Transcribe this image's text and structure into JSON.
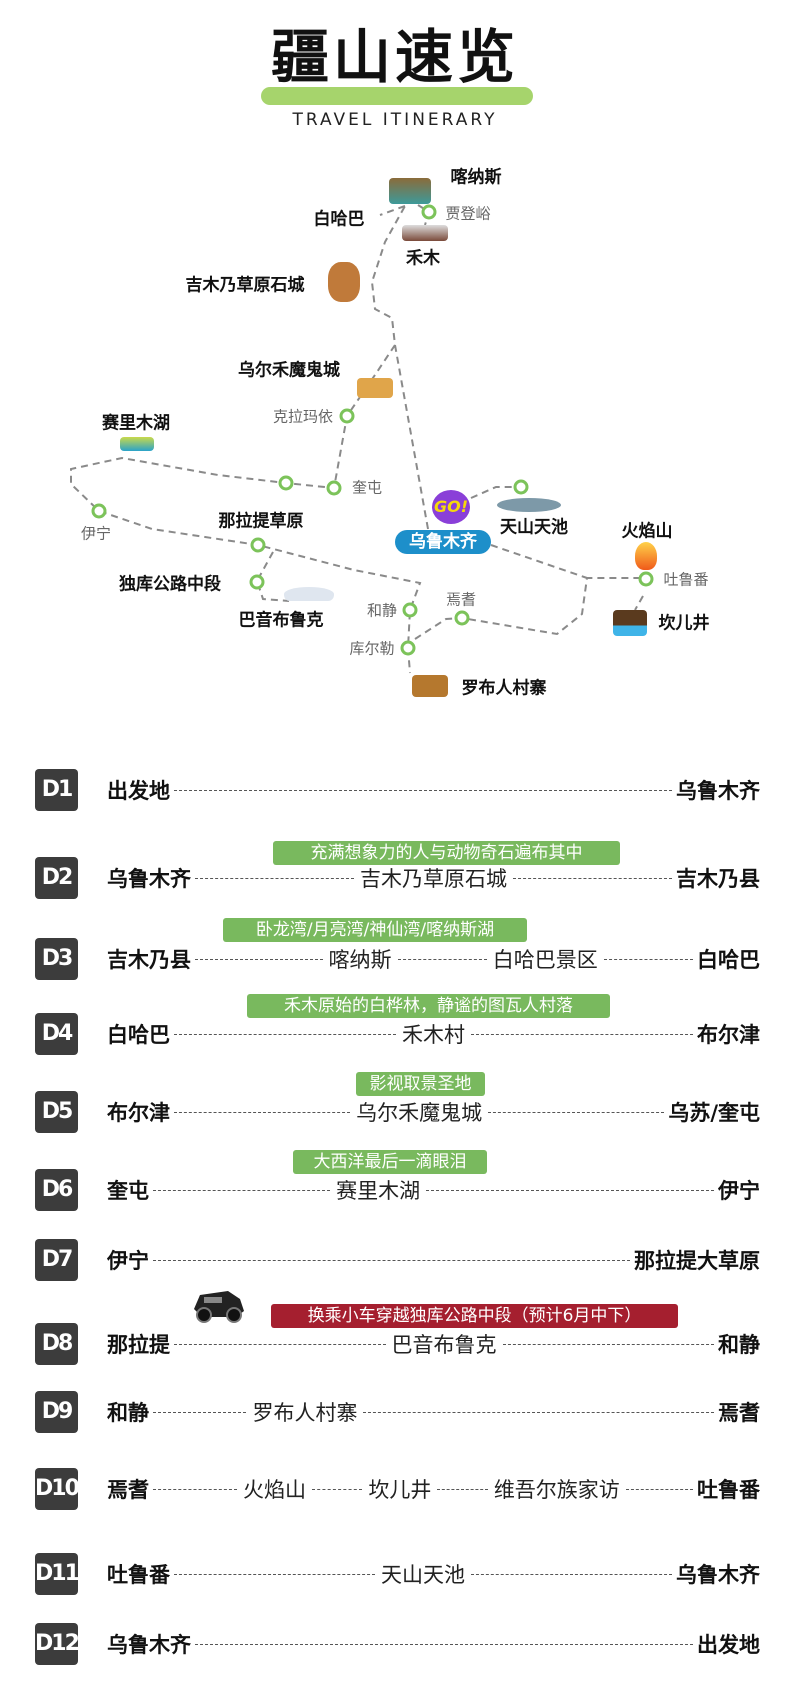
{
  "header": {
    "title": "疆山速览",
    "subtitle": "TRAVEL ITINERARY"
  },
  "map": {
    "start_label": "乌鲁木齐",
    "go_badge": "GO!",
    "places": {
      "kanas": "喀纳斯",
      "baihaba": "白哈巴",
      "jiadengyu": "贾登峪",
      "hemu": "禾木",
      "jimunai": "吉木乃草原石城",
      "wuerhe": "乌尔禾魔鬼城",
      "kelamayi": "克拉玛依",
      "sailimu": "赛里木湖",
      "kuitun": "奎屯",
      "yining": "伊宁",
      "nalati": "那拉提草原",
      "duku": "独库公路中段",
      "bayinbuluke": "巴音布鲁克",
      "hejing": "和静",
      "yanqi": "焉耆",
      "kuerle": "库尔勒",
      "luobu": "罗布人村寨",
      "tianchi": "天山天池",
      "huoyanshan": "火焰山",
      "tulufan": "吐鲁番",
      "kanerjing": "坎儿井"
    },
    "colors": {
      "route": "#8a8a8a",
      "stop": "#7cc35a",
      "start": "#1d8fca"
    }
  },
  "itinerary": [
    {
      "day": "D1",
      "stops": [
        "出发地",
        "乌鲁木齐"
      ]
    },
    {
      "day": "D2",
      "stops": [
        "乌鲁木齐",
        "吉木乃草原石城",
        "吉木乃县"
      ],
      "note": "充满想象力的人与动物奇石遍布其中"
    },
    {
      "day": "D3",
      "stops": [
        "吉木乃县",
        "喀纳斯",
        "白哈巴景区",
        "白哈巴"
      ],
      "note": "卧龙湾/月亮湾/神仙湾/喀纳斯湖"
    },
    {
      "day": "D4",
      "stops": [
        "白哈巴",
        "禾木村",
        "布尔津"
      ],
      "note": "禾木原始的白桦林，静谧的图瓦人村落"
    },
    {
      "day": "D5",
      "stops": [
        "布尔津",
        "乌尔禾魔鬼城",
        "乌苏/奎屯"
      ],
      "note": "影视取景圣地"
    },
    {
      "day": "D6",
      "stops": [
        "奎屯",
        "赛里木湖",
        "伊宁"
      ],
      "note": "大西洋最后一滴眼泪"
    },
    {
      "day": "D7",
      "stops": [
        "伊宁",
        "那拉提大草原"
      ]
    },
    {
      "day": "D8",
      "stops": [
        "那拉提",
        "巴音布鲁克",
        "和静"
      ],
      "note": "换乘小车穿越独库公路中段（预计6月中下）"
    },
    {
      "day": "D9",
      "stops": [
        "和静",
        "罗布人村寨",
        "焉耆"
      ]
    },
    {
      "day": "D10",
      "stops": [
        "焉耆",
        "火焰山",
        "坎儿井",
        "维吾尔族家访",
        "吐鲁番"
      ]
    },
    {
      "day": "D11",
      "stops": [
        "吐鲁番",
        "天山天池",
        "乌鲁木齐"
      ]
    },
    {
      "day": "D12",
      "stops": [
        "乌鲁木齐",
        "出发地"
      ]
    }
  ],
  "colors": {
    "note_green": "#79b95e",
    "note_red": "#a51f2f",
    "badge": "#3c3c3c"
  }
}
